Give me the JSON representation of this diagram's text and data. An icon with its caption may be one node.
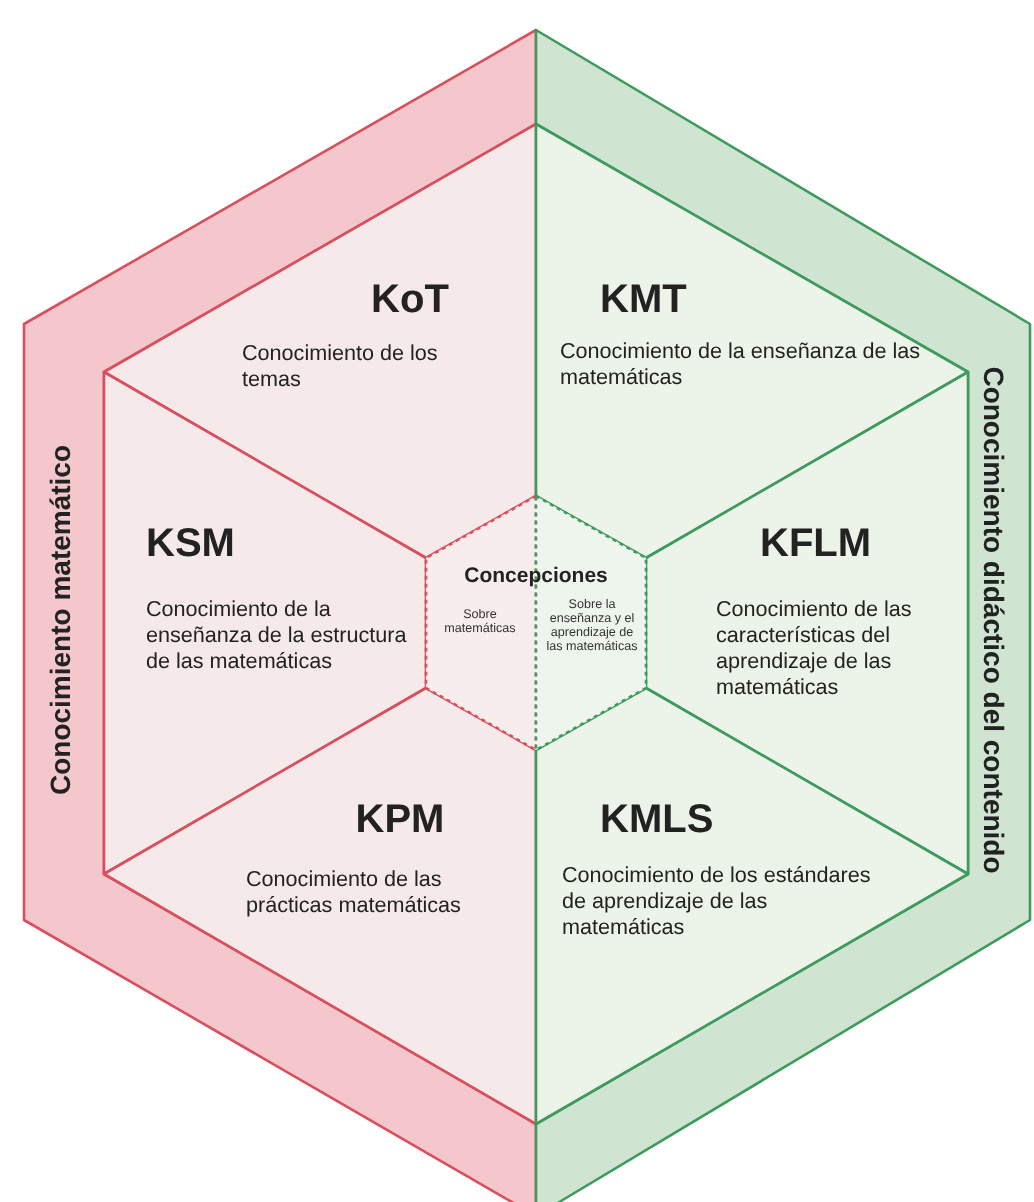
{
  "diagram": {
    "nodes": [
      {
        "text": [
          "Conocimiento matemático"
        ]
      },
      {
        "text": [
          "KoT",
          "Conocimiento de los temas"
        ],
        "in": 0
      },
      {
        "text": [
          "KSM",
          "Conocimiento de la enseñanza de la estructura de las matemáticas"
        ],
        "in": 0
      },
      {
        "text": [
          "KPM",
          "Conocimiento de las prácticas matemáticas"
        ],
        "in": 0
      },
      {
        "text": [
          "Conocimiento didáctico del contenido"
        ]
      },
      {
        "text": [
          "KMT",
          "Conocimiento de la enseñanza de las matemáticas"
        ],
        "in": 4
      },
      {
        "text": [
          "KFLM",
          "Conocimiento de las características del aprendizaje de las matemáticas"
        ],
        "in": 4
      },
      {
        "text": [
          "KMLS",
          "Conocimiento de los estándares de aprendizaje de las matemáticas"
        ],
        "in": 4
      },
      {
        "text": [
          "Concepciones"
        ]
      },
      {
        "text": [
          "Sobre matemáticas"
        ],
        "in": 8
      },
      {
        "text": [
          "Sobre la enseñanza y el aprendizaje de las matemáticas"
        ],
        "in": 8
      }
    ]
  }
}
